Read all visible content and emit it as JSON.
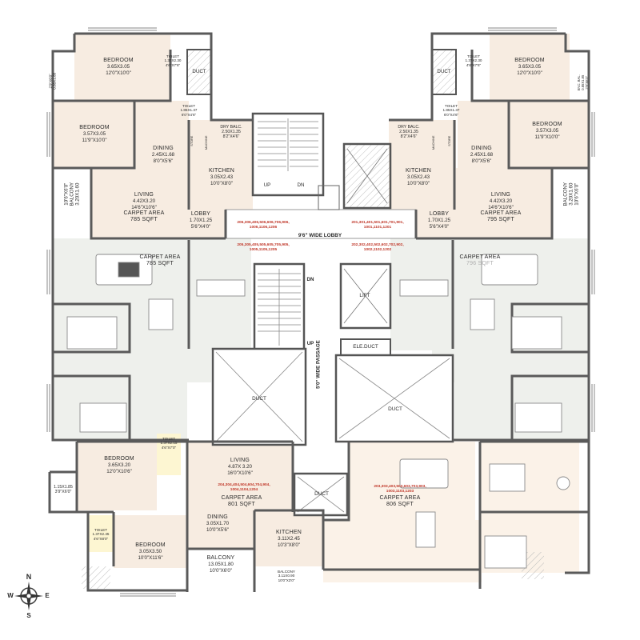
{
  "apartments": {
    "top_left": {
      "bedroom1": {
        "name": "BEDROOM",
        "dim_m": "3.65X3.05",
        "dim_ft": "12'0\"X10'0\""
      },
      "toilet1": {
        "name": "TOILET",
        "dim_m": "1.37X2.30",
        "dim_ft": "4'6\"X7'6\""
      },
      "duct": "DUCT",
      "bedroom2": {
        "name": "BEDROOM",
        "dim_m": "3.57X3.05",
        "dim_ft": "11'9\"X10'0\""
      },
      "toilet2": {
        "name": "TOILET",
        "dim_m": "1.85X1.37",
        "dim_ft": "6'0\"X4'6\""
      },
      "dry_balc": {
        "name": "DRY BALC.",
        "dim_m": "2.50X1.35",
        "dim_ft": "8'2\"X4'6\""
      },
      "store": "STORE",
      "machine": "MACHINE",
      "dining": {
        "name": "DINING",
        "dim_m": "2.45X1.68",
        "dim_ft": "8'0\"X5'6\""
      },
      "kitchen": {
        "name": "KITCHEN",
        "dim_m": "3.05X2.43",
        "dim_ft": "10'0\"X8'0\""
      },
      "living": {
        "name": "LIVING",
        "dim_m": "4.42X3.20",
        "dim_ft": "14'6\"X10'6\""
      },
      "carpet": {
        "label": "CARPET AREA",
        "value": "785 SQFT"
      },
      "balcony": {
        "name": "BALCONY",
        "dim_m": "3.20X1.60",
        "dim_ft": "10'6\"X6'0\""
      },
      "enc_bal": {
        "dim_m": "0.85X1.85",
        "dim_ft": "2'9\"X6'0\""
      },
      "lobby": {
        "name": "LOBBY",
        "dim_m": "1.70X1.25",
        "dim_ft": "5'6\"X4'0\""
      },
      "unit_numbers": [
        "206,306,406,506,606,706,906,",
        "1006,1106,1206"
      ]
    },
    "top_right": {
      "toilet1": {
        "name": "TOILET",
        "dim_m": "1.37X2.30",
        "dim_ft": "4'6\"X7'6\""
      },
      "bedroom1": {
        "name": "BEDROOM",
        "dim_m": "3.65X3.05",
        "dim_ft": "12'0\"X10'0\""
      },
      "duct": "DUCT",
      "enc_bal": {
        "name": "ENC. BAL.",
        "dim_m": "0.85X1.85",
        "dim_ft": "2'9\"X6'0\""
      },
      "toilet2": {
        "name": "TOILET",
        "dim_m": "1.85X1.37",
        "dim_ft": "6'0\"X4'6\""
      },
      "bedroom2": {
        "name": "BEDROOM",
        "dim_m": "3.57X3.05",
        "dim_ft": "11'9\"X10'0\""
      },
      "dry_balc": {
        "name": "DRY BALC.",
        "dim_m": "2.50X1.35",
        "dim_ft": "8'2\"X4'6\""
      },
      "machine": "MACHINE",
      "store": "STORE",
      "dining": {
        "name": "DINING",
        "dim_m": "2.45X1.68",
        "dim_ft": "8'0\"X5'6\""
      },
      "kitchen": {
        "name": "KITCHEN",
        "dim_m": "3.05X2.43",
        "dim_ft": "10'0\"X8'0\""
      },
      "living": {
        "name": "LIVING",
        "dim_m": "4.42X3.20",
        "dim_ft": "14'6\"X10'6\""
      },
      "carpet": {
        "label": "CARPET AREA",
        "value": "795 SQFT"
      },
      "balcony": {
        "name": "BALCONY",
        "dim_m": "3.20X1.60",
        "dim_ft": "10'6\"X6'0\""
      },
      "lobby": {
        "name": "LOBBY",
        "dim_m": "1.70X1.25",
        "dim_ft": "5'6\"X4'0\""
      },
      "unit_numbers": [
        "201,301,401,501,601,701,901,",
        "1001,1101,1201"
      ]
    },
    "middle_left": {
      "carpet": {
        "label": "CARPET AREA",
        "value": "785 SQFT"
      },
      "unit_numbers": [
        "205,305,405,505,605,705,905,",
        "1005,1105,1205"
      ]
    },
    "middle_right": {
      "carpet": {
        "label": "CARPET AREA",
        "value": "796 SQFT"
      },
      "unit_numbers": [
        "202,302,402,502,602,702,902,",
        "1002,1102,1202"
      ]
    },
    "bottom_left": {
      "bedroom1": {
        "name": "BEDROOM",
        "dim_m": "3.65X3.20",
        "dim_ft": "12'0\"X10'6\""
      },
      "toilet1": {
        "name": "TOILET",
        "dim_m": "1.37X2.15",
        "dim_ft": "4'6\"X7'0\""
      },
      "side_bal": {
        "dim_m": "1.15X1.85",
        "dim_ft": "3'9\"X6'0\""
      },
      "living": {
        "name": "LIVING",
        "dim_m": "4.87X 3.20",
        "dim_ft": "16'0\"X10'6\""
      },
      "carpet": {
        "label": "CARPET AREA",
        "value": "801 SQFT"
      },
      "dining": {
        "name": "DINING",
        "dim_m": "3.05X1.70",
        "dim_ft": "10'0\"X5'6\""
      },
      "toilet2": {
        "name": "TOILET",
        "dim_m": "1.37X2.45",
        "dim_ft": "4'6\"X8'0\""
      },
      "bedroom2": {
        "name": "BEDROOM",
        "dim_m": "3.05X3.50",
        "dim_ft": "10'0\"X11'6\""
      },
      "balcony": {
        "name": "BALCONY",
        "dim_m": "13.05X1.80",
        "dim_ft": "10'0\"X6'0\""
      },
      "kitchen": {
        "name": "KITCHEN",
        "dim_m": "3.11X2.45",
        "dim_ft": "10'3\"X8'0\""
      },
      "balcony2": {
        "name": "BALCONY",
        "dim_m": "3.11X0.90",
        "dim_ft": "10'0\"X3'0\""
      },
      "unit_numbers": [
        "204,304,404,504,604,704,904,",
        "1004,1104,1204"
      ]
    },
    "bottom_right": {
      "carpet": {
        "label": "CARPET AREA",
        "value": "806 SQFT"
      },
      "unit_numbers": [
        "203,303,403,503,603,703,903,",
        "1003,1103,1203"
      ]
    }
  },
  "core": {
    "lobby": "9'6\" WIDE LOBBY",
    "passage": "5'0\" WIDE PASSAGE",
    "up_top_left": "UP",
    "dn_top_right": "DN",
    "dn_mid": "DN",
    "up_mid": "UP",
    "lift": "LIFT",
    "ele_duct": "ELE.DUCT",
    "duct_left": "DUCT",
    "duct_right": "DUCT",
    "duct_bottom": "DUCT"
  },
  "compass": {
    "n": "N",
    "s": "S",
    "e": "E",
    "w": "W"
  }
}
